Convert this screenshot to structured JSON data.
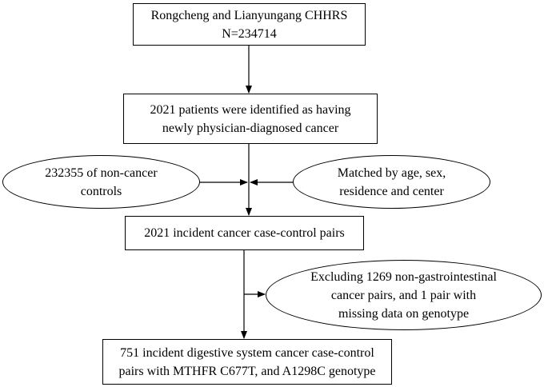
{
  "flowchart": {
    "source_box": {
      "line1": "Rongcheng and Lianyungang CHHRS",
      "line2": "N=234714"
    },
    "identified_box": {
      "line1": "2021 patients were identified as having",
      "line2": "newly physician-diagnosed cancer"
    },
    "controls_ellipse": {
      "line1": "232355 of non-cancer",
      "line2": "controls"
    },
    "matched_ellipse": {
      "line1": "Matched by age, sex,",
      "line2": "residence and center"
    },
    "pairs_box": {
      "line1": "2021 incident cancer case-control pairs"
    },
    "excluding_ellipse": {
      "line1": "Excluding 1269 non-gastrointestinal",
      "line2": "cancer pairs, and 1 pair with",
      "line3": "missing data on genotype"
    },
    "final_box": {
      "line1": "751 incident digestive system cancer case-control",
      "line2": "pairs with MTHFR C677T, and A1298C genotype"
    }
  }
}
